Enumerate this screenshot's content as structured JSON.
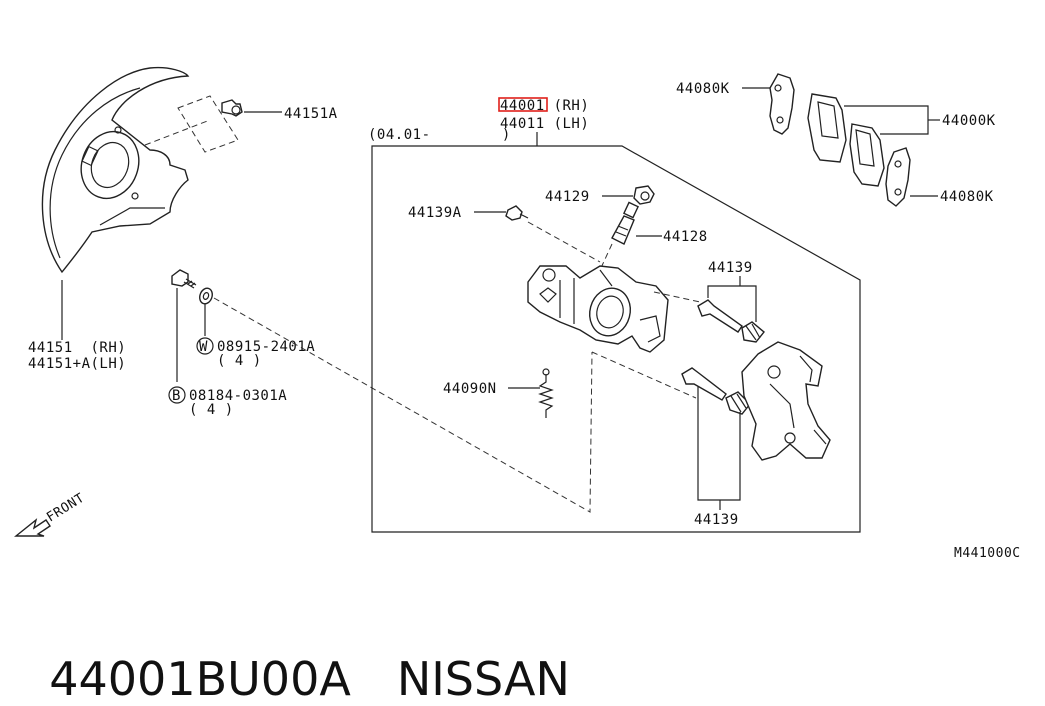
{
  "labels": {
    "shield_bolt": "44151A",
    "caliper_rh": "44001 (RH)",
    "caliper_lh": "44011 (LH)",
    "date_range": "(04.01-        )",
    "pad_shim_top": "44080K",
    "pad_kit": "44000K",
    "pad_shim_bottom": "44080K",
    "bleeder_cap": "44129",
    "bleeder_screw": "44139A",
    "bleeder_valve": "44128",
    "pin_kit_top": "44139",
    "pin_kit_bottom": "44139",
    "spring": "44090N",
    "shield_rh": "44151  (RH)",
    "shield_lh": "44151+A(LH)",
    "washer_part": "08915-2401A",
    "washer_qty": "( 4 )",
    "washer_code": "W",
    "bolt_part": "08184-0301A",
    "bolt_qty": "( 4 )",
    "bolt_code": "B",
    "front": "FRONT",
    "diagram_ref": "M441000C"
  },
  "highlight_color": "#e0201a",
  "footer": {
    "part_number": "44001BU00A",
    "brand": "NISSAN"
  }
}
